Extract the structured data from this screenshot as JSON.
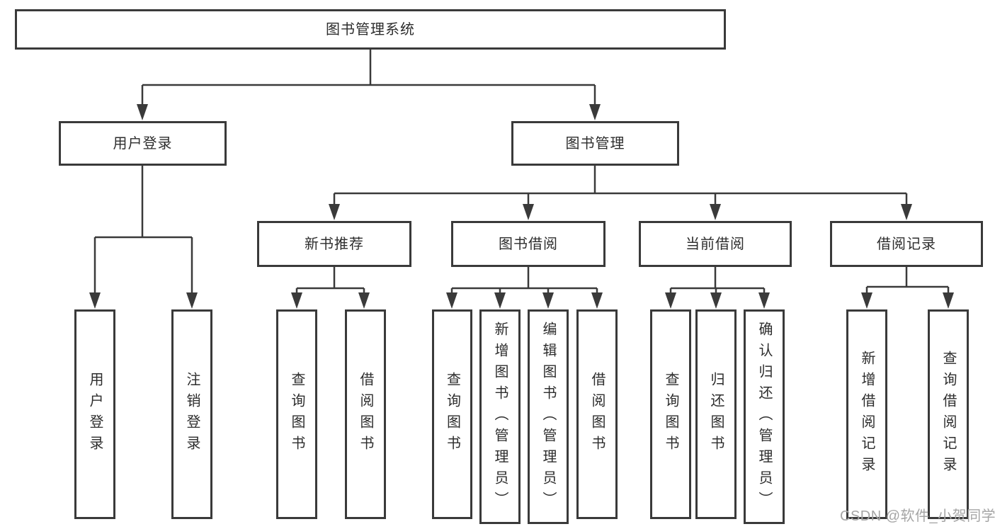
{
  "diagram": {
    "root": {
      "label": "图书管理系统"
    },
    "branches": [
      {
        "label": "用户登录",
        "children": [
          {
            "label": "用户登录"
          },
          {
            "label": "注销登录"
          }
        ]
      },
      {
        "label": "图书管理",
        "children": [
          {
            "label": "新书推荐",
            "children": [
              {
                "label": "查询图书"
              },
              {
                "label": "借阅图书"
              }
            ]
          },
          {
            "label": "图书借阅",
            "children": [
              {
                "label": "查询图书"
              },
              {
                "label": "新增图书（管理员）"
              },
              {
                "label": "编辑图书（管理员）"
              },
              {
                "label": "借阅图书"
              }
            ]
          },
          {
            "label": "当前借阅",
            "children": [
              {
                "label": "查询图书"
              },
              {
                "label": "归还图书"
              },
              {
                "label": "确认归还（管理员）"
              }
            ]
          },
          {
            "label": "借阅记录",
            "children": [
              {
                "label": "新增借阅记录"
              },
              {
                "label": "查询借阅记录"
              }
            ]
          }
        ]
      }
    ],
    "watermark": "CSDN @软件_小贺同学",
    "colors": {
      "line": "#3a3a3a",
      "text": "#2d2d2d",
      "watermark": "#a5a5a5",
      "background": "#ffffff"
    }
  }
}
